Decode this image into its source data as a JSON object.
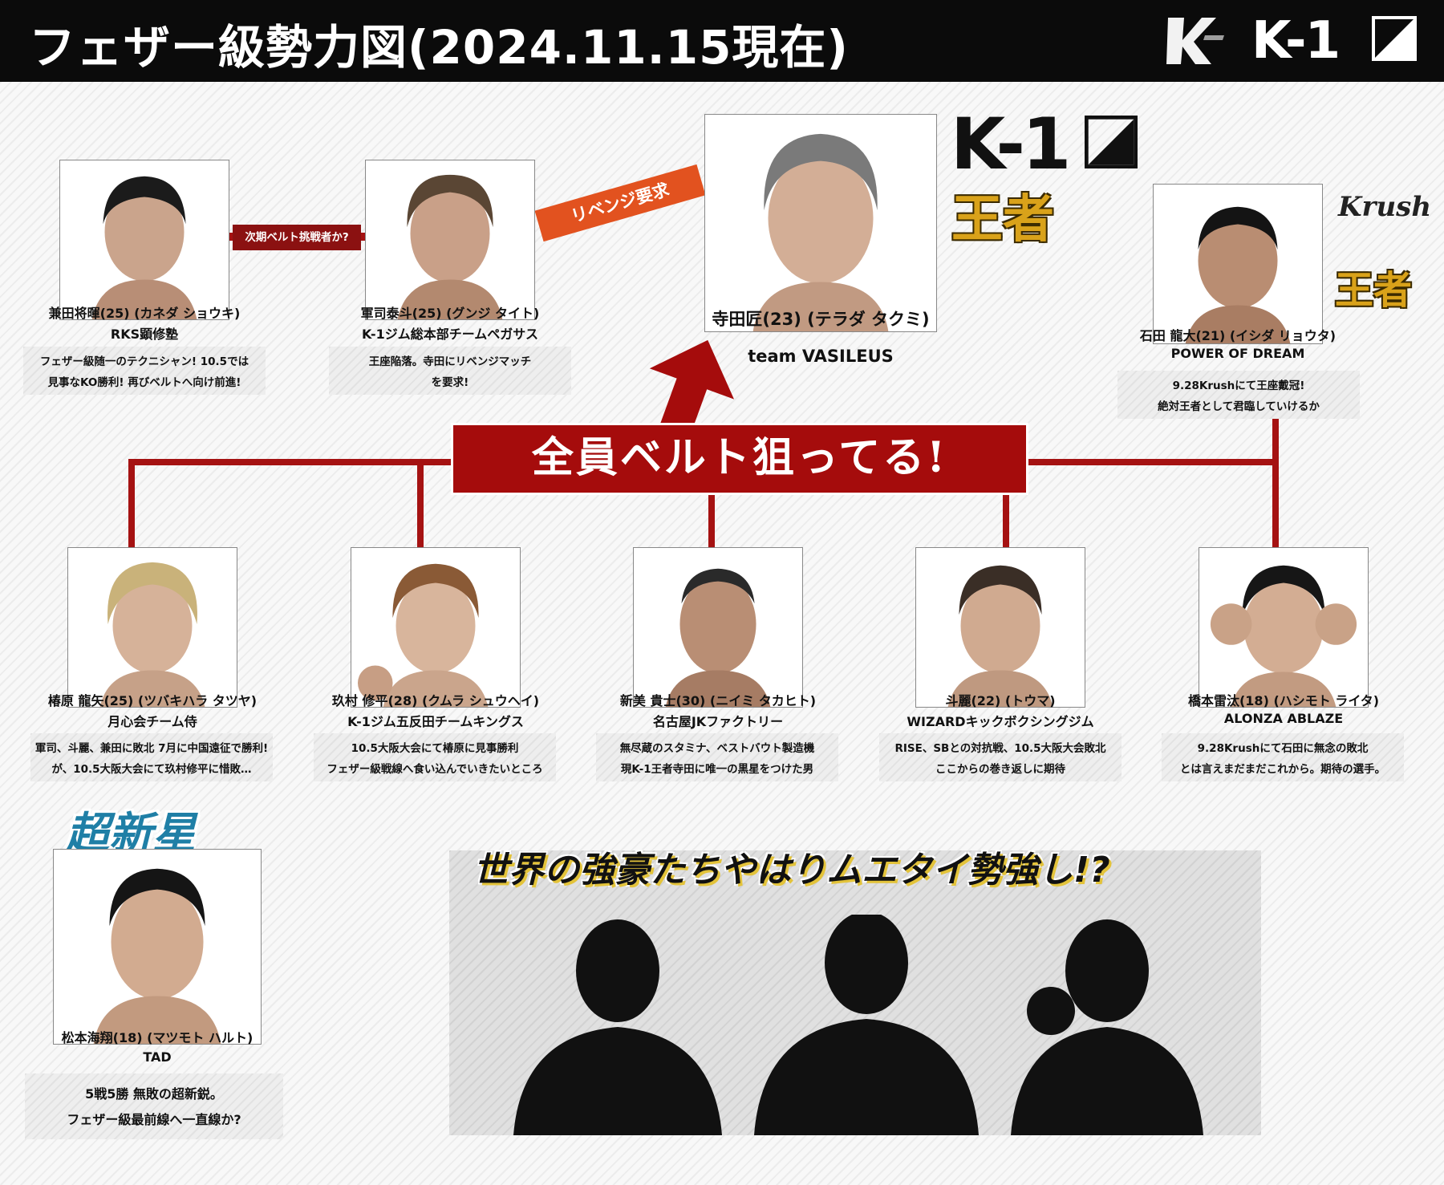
{
  "header": {
    "title": "フェザー級勢力図(2024.11.15現在)",
    "logo_k1": "K-1",
    "logo_krush": "Krush"
  },
  "labels": {
    "next_challenger": "次期ベルト挑戦者か?",
    "revenge": "リベンジ要求",
    "all_aim_belt": "全員ベルト狙ってる!",
    "k1_logo": "K-1",
    "k1_champion": "王者",
    "krush_logo": "Krush",
    "krush_champion": "王者",
    "super_star": "超新星",
    "world_title": "世界の強豪たちやはりムエタイ勢強し!?"
  },
  "fighters": {
    "kaneda": {
      "name": "兼田将暉(25) (カネダ ショウキ)",
      "gym": "RKS顕修塾",
      "desc": [
        "フェザー級随一のテクニシャン! 10.5では",
        "見事なKO勝利! 再びベルトへ向け前進!"
      ]
    },
    "gunji": {
      "name": "軍司泰斗(25) (グンジ タイト)",
      "gym": "K-1ジム総本部チームペガサス",
      "desc": [
        "王座陥落。寺田にリベンジマッチ",
        "を要求!"
      ]
    },
    "terada": {
      "name": "寺田匠(23) (テラダ タクミ)",
      "gym": "team VASILEUS"
    },
    "ishida": {
      "name": "石田 龍大(21) (イシダ リョウタ)",
      "gym": "POWER OF DREAM",
      "desc": [
        "9.28Krushにて王座戴冠!",
        "絶対王者として君臨していけるか"
      ]
    },
    "tsubakihara": {
      "name": "椿原 龍矢(25) (ツバキハラ タツヤ)",
      "gym": "月心会チーム侍",
      "desc": [
        "軍司、斗麗、兼田に敗北 7月に中国遠征で勝利!",
        "が、10.5大阪大会にて玖村修平に惜敗…"
      ]
    },
    "kumura": {
      "name": "玖村 修平(28) (クムラ シュウヘイ)",
      "gym": "K-1ジム五反田チームキングス",
      "desc": [
        "10.5大阪大会にて椿原に見事勝利",
        "フェザー級戦線へ食い込んでいきたいところ"
      ]
    },
    "niimi": {
      "name": "新美 貴士(30) (ニイミ タカヒト)",
      "gym": "名古屋JKファクトリー",
      "desc": [
        "無尽蔵のスタミナ、ベストバウト製造機",
        "現K-1王者寺田に唯一の黒星をつけた男"
      ]
    },
    "toma": {
      "name": "斗麗(22) (トウマ)",
      "gym": "WIZARDキックボクシングジム",
      "desc": [
        "RISE、SBとの対抗戦、10.5大阪大会敗北",
        "ここからの巻き返しに期待"
      ]
    },
    "hashimoto": {
      "name": "橋本雷汰(18) (ハシモト ライタ)",
      "gym": "ALONZA ABLAZE",
      "desc": [
        "9.28Krushにて石田に無念の敗北",
        "とは言えまだまだこれから。期待の選手。"
      ]
    },
    "matsumoto": {
      "name": "松本海翔(18) (マツモト ハルト)",
      "gym": "TAD",
      "desc": [
        "5戦5勝 無敗の超新鋭。",
        "フェザー級最前線へ一直線か?"
      ]
    }
  },
  "colors": {
    "accent_red": "#a51212",
    "arrow_orange": "#e2521f",
    "gold": "#d9a21a",
    "header_bg": "#0b0b0b"
  }
}
